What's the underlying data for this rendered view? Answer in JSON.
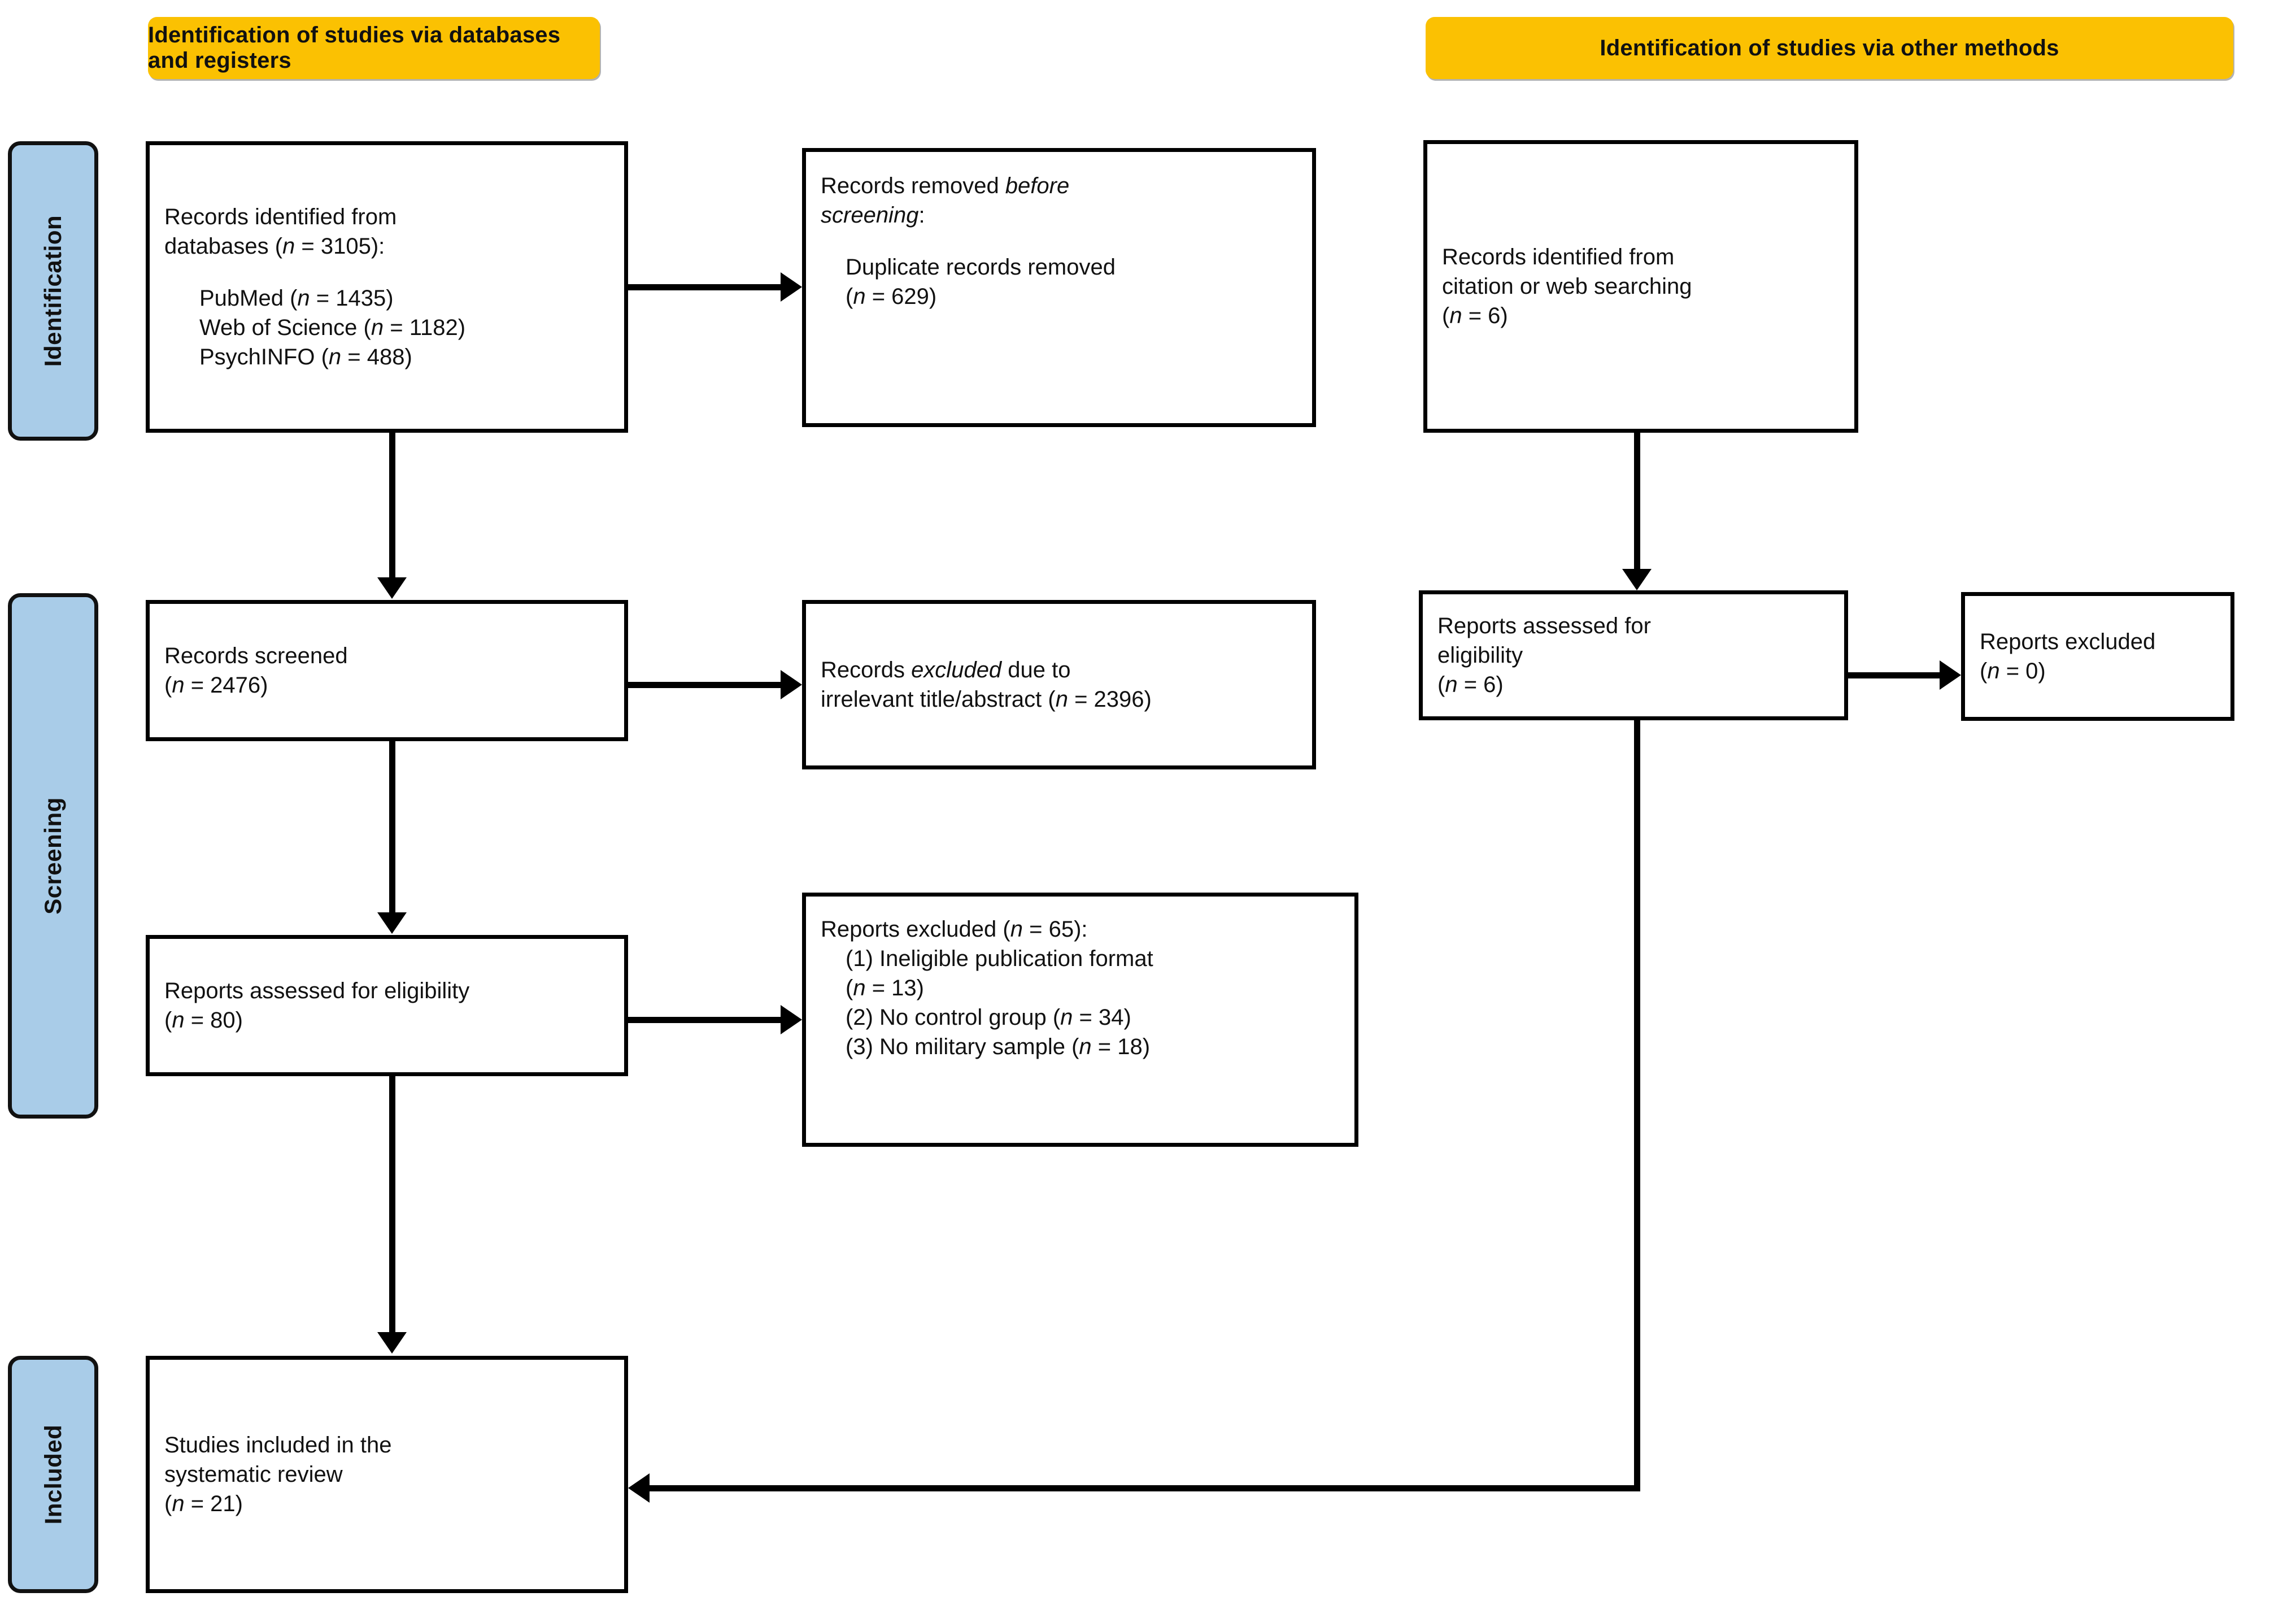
{
  "diagram": {
    "title": "PRISMA flow diagram",
    "colors": {
      "banner": "#fbc102",
      "stage_bar": "#a9cce8",
      "box_border": "#000000",
      "text": "#111111"
    }
  },
  "banners": {
    "left": "Identification of studies via databases and registers",
    "right": "Identification of studies via other methods"
  },
  "stages": {
    "identification": "Identification",
    "screening": "Screening",
    "included": "Included"
  },
  "boxes": {
    "records_identified": {
      "line1": "Records identified from",
      "line2_pre": "databases (",
      "line2_italic": "n",
      "line2_post": " = 3105):",
      "sources": [
        {
          "name": "PubMed (",
          "italic": "n",
          "tail": " = 1435)"
        },
        {
          "name": "Web of Science (",
          "italic": "n",
          "tail": " = 1182)"
        },
        {
          "name": "PsychINFO (",
          "italic": "n",
          "tail": " = 488)"
        }
      ]
    },
    "records_removed": {
      "line1_pre": "Records removed ",
      "line1_italic": "before",
      "line2_italic": "screening",
      "line2_post": ":",
      "detail_line1": "Duplicate records removed",
      "detail_line2_pre": "(",
      "detail_line2_italic": "n",
      "detail_line2_post": " = 629)"
    },
    "records_identified_other": {
      "line1": "Records identified from",
      "line2": "citation or web searching",
      "line3_pre": "(",
      "line3_italic": "n",
      "line3_post": " = 6)"
    },
    "records_screened": {
      "line1": "Records screened",
      "line2_pre": "(",
      "line2_italic": "n",
      "line2_post": " = 2476)"
    },
    "records_excluded": {
      "line1_pre": "Records ",
      "line1_italic": "excluded",
      "line1_post": " due to",
      "line2_pre": "irrelevant title/abstract (",
      "line2_italic": "n",
      "line2_post": " = 2396)"
    },
    "reports_assessed_other": {
      "line1": "Reports assessed for",
      "line2": "eligibility",
      "line3_pre": "(",
      "line3_italic": "n",
      "line3_post": " = 6)"
    },
    "reports_excluded_other": {
      "line1": "Reports excluded",
      "line2_pre": "(",
      "line2_italic": "n",
      "line2_post": " = 0)"
    },
    "reports_assessed": {
      "line1": "Reports assessed for eligibility",
      "line2_pre": "(",
      "line2_italic": "n",
      "line2_post": " = 80)"
    },
    "reports_excluded_reasons": {
      "header_pre": "Reports excluded (",
      "header_italic": "n",
      "header_post": " = 65):",
      "reasons": [
        {
          "label": "(1) Ineligible publication format",
          "count_pre": "(",
          "count_italic": "n",
          "count_post": " = 13)"
        },
        {
          "label": "(2) No control group (",
          "count_italic": "n",
          "count_post": " = 34)"
        },
        {
          "label": "(3) No military sample (",
          "count_italic": "n",
          "count_post": " = 18)"
        }
      ]
    },
    "studies_included": {
      "line1": "Studies included in the",
      "line2": "systematic review",
      "line3_pre": "(",
      "line3_italic": "n",
      "line3_post": " = 21)"
    }
  }
}
